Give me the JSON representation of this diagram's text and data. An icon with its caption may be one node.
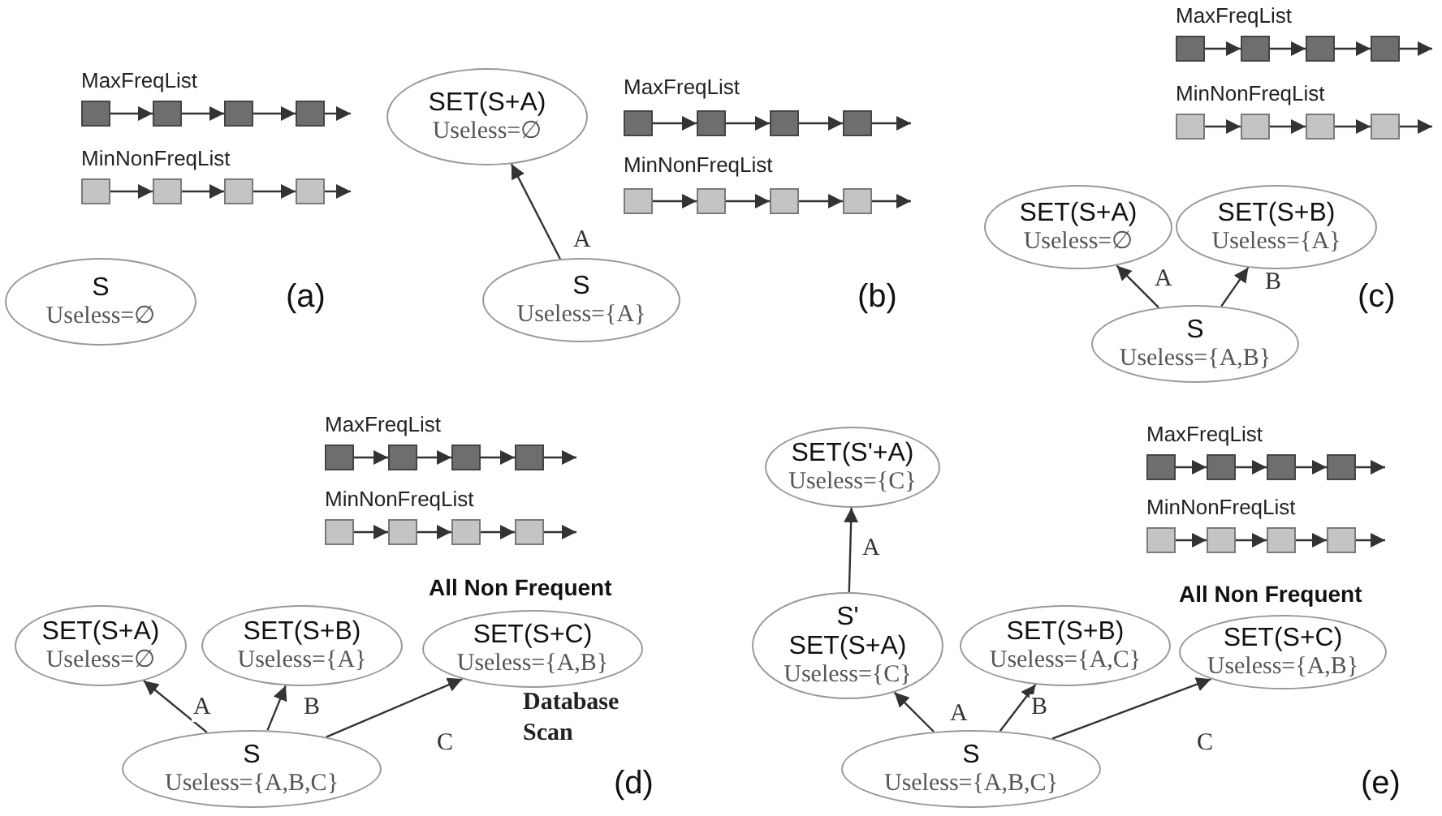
{
  "diagram": {
    "nodes": [
      {
        "text": [],
        "shape": "box"
      },
      {
        "text": [],
        "shape": "box"
      },
      {
        "text": [],
        "shape": "box"
      },
      {
        "text": [],
        "shape": "box"
      },
      {
        "text": [],
        "shape": "box"
      },
      {
        "text": [],
        "shape": "box"
      },
      {
        "text": [],
        "shape": "box"
      },
      {
        "text": [],
        "shape": "box"
      },
      {
        "text": [
          "S",
          "Useless=∅"
        ]
      },
      {
        "text": [
          "SET(S+A)",
          "Useless=∅"
        ]
      },
      {
        "text": [],
        "shape": "box"
      },
      {
        "text": [],
        "shape": "box"
      },
      {
        "text": [],
        "shape": "box"
      },
      {
        "text": [],
        "shape": "box"
      },
      {
        "text": [],
        "shape": "box"
      },
      {
        "text": [],
        "shape": "box"
      },
      {
        "text": [],
        "shape": "box"
      },
      {
        "text": [],
        "shape": "box"
      },
      {
        "text": [
          "S",
          "Useless={A}"
        ]
      },
      {
        "text": [],
        "shape": "box"
      },
      {
        "text": [],
        "shape": "box"
      },
      {
        "text": [],
        "shape": "box"
      },
      {
        "text": [],
        "shape": "box"
      },
      {
        "text": [],
        "shape": "box"
      },
      {
        "text": [],
        "shape": "box"
      },
      {
        "text": [],
        "shape": "box"
      },
      {
        "text": [],
        "shape": "box"
      },
      {
        "text": [
          "SET(S+A)",
          "Useless=∅"
        ]
      },
      {
        "text": [
          "SET(S+B)",
          "Useless={A}"
        ]
      },
      {
        "text": [
          "S",
          "Useless={A,B}"
        ]
      },
      {
        "text": [],
        "shape": "box"
      },
      {
        "text": [],
        "shape": "box"
      },
      {
        "text": [],
        "shape": "box"
      },
      {
        "text": [],
        "shape": "box"
      },
      {
        "text": [],
        "shape": "box"
      },
      {
        "text": [],
        "shape": "box"
      },
      {
        "text": [],
        "shape": "box"
      },
      {
        "text": [],
        "shape": "box"
      },
      {
        "text": [
          "SET(S+A)",
          "Useless=∅"
        ]
      },
      {
        "text": [
          "SET(S+B)",
          "Useless={A}"
        ]
      },
      {
        "text": [
          "SET(S+C)",
          "Useless={A,B}"
        ],
        "beside": [
          "All Non Frequent"
        ]
      },
      {
        "text": [
          "S",
          "Useless={A,B,C}"
        ]
      },
      {
        "text": [
          "SET(S'+A)",
          "Useless={C}"
        ]
      },
      {
        "text": [],
        "shape": "box"
      },
      {
        "text": [],
        "shape": "box"
      },
      {
        "text": [],
        "shape": "box"
      },
      {
        "text": [],
        "shape": "box"
      },
      {
        "text": [],
        "shape": "box"
      },
      {
        "text": [],
        "shape": "box"
      },
      {
        "text": [],
        "shape": "box"
      },
      {
        "text": [],
        "shape": "box"
      },
      {
        "text": [
          "S'",
          "SET(S+A)",
          "Useless={C}"
        ]
      },
      {
        "text": [
          "SET(S+B)",
          "Useless={A,C}"
        ]
      },
      {
        "text": [
          "SET(S+C)",
          "Useless={A,B}"
        ],
        "beside": [
          "All Non Frequent"
        ]
      },
      {
        "text": [
          "S",
          "Useless={A,B,C}"
        ]
      }
    ],
    "edges": [
      {
        "from": 0,
        "to": 1,
        "arrow": "to"
      },
      {
        "from": 1,
        "to": 2,
        "arrow": "to"
      },
      {
        "from": 2,
        "to": 3,
        "arrow": "to"
      },
      {
        "from": 3,
        "to": null,
        "arrow": "to"
      },
      {
        "from": 4,
        "to": 5,
        "arrow": "to"
      },
      {
        "from": 5,
        "to": 6,
        "arrow": "to"
      },
      {
        "from": 6,
        "to": 7,
        "arrow": "to"
      },
      {
        "from": 7,
        "to": null,
        "arrow": "to"
      },
      {
        "from": 10,
        "to": 11,
        "arrow": "to"
      },
      {
        "from": 11,
        "to": 12,
        "arrow": "to"
      },
      {
        "from": 12,
        "to": 13,
        "arrow": "to"
      },
      {
        "from": 13,
        "to": null,
        "arrow": "to"
      },
      {
        "from": 14,
        "to": 15,
        "arrow": "to"
      },
      {
        "from": 15,
        "to": 16,
        "arrow": "to"
      },
      {
        "from": 16,
        "to": 17,
        "arrow": "to"
      },
      {
        "from": 17,
        "to": null,
        "arrow": "to"
      },
      {
        "from": 18,
        "to": 9,
        "arrow": "to",
        "label": "A"
      },
      {
        "from": 19,
        "to": 20,
        "arrow": "to"
      },
      {
        "from": 20,
        "to": 21,
        "arrow": "to"
      },
      {
        "from": 21,
        "to": 22,
        "arrow": "to"
      },
      {
        "from": 22,
        "to": null,
        "arrow": "to"
      },
      {
        "from": 23,
        "to": 24,
        "arrow": "to"
      },
      {
        "from": 24,
        "to": 25,
        "arrow": "to"
      },
      {
        "from": 25,
        "to": 26,
        "arrow": "to"
      },
      {
        "from": 26,
        "to": null,
        "arrow": "to"
      },
      {
        "from": 29,
        "to": 27,
        "arrow": "to",
        "label": "A"
      },
      {
        "from": 29,
        "to": 28,
        "arrow": "to",
        "label": "B"
      },
      {
        "from": 30,
        "to": 31,
        "arrow": "to"
      },
      {
        "from": 31,
        "to": 32,
        "arrow": "to"
      },
      {
        "from": 32,
        "to": 33,
        "arrow": "to"
      },
      {
        "from": 33,
        "to": null,
        "arrow": "to"
      },
      {
        "from": 34,
        "to": 35,
        "arrow": "to"
      },
      {
        "from": 35,
        "to": 36,
        "arrow": "to"
      },
      {
        "from": 36,
        "to": 37,
        "arrow": "to"
      },
      {
        "from": 37,
        "to": null,
        "arrow": "to"
      },
      {
        "from": 41,
        "to": 38,
        "arrow": "to",
        "label": "A"
      },
      {
        "from": 41,
        "to": 39,
        "arrow": "to",
        "label": "B"
      },
      {
        "from": 41,
        "to": 40,
        "arrow": "to",
        "label": "C"
      },
      {
        "from": 43,
        "to": 44,
        "arrow": "to"
      },
      {
        "from": 44,
        "to": 45,
        "arrow": "to"
      },
      {
        "from": 45,
        "to": 46,
        "arrow": "to"
      },
      {
        "from": 46,
        "to": null,
        "arrow": "to"
      },
      {
        "from": 47,
        "to": 48,
        "arrow": "to"
      },
      {
        "from": 48,
        "to": 49,
        "arrow": "to"
      },
      {
        "from": 49,
        "to": 50,
        "arrow": "to"
      },
      {
        "from": 50,
        "to": null,
        "arrow": "to"
      },
      {
        "from": 51,
        "to": 42,
        "arrow": "to",
        "label": "A"
      },
      {
        "from": 54,
        "to": 51,
        "arrow": "to",
        "label": "A"
      },
      {
        "from": 54,
        "to": 52,
        "arrow": "to",
        "label": "B"
      },
      {
        "from": 54,
        "to": 53,
        "arrow": "to",
        "label": "C"
      }
    ],
    "labels": [
      "MaxFreqList",
      "MinNonFreqList",
      "(a)",
      "MaxFreqList",
      "MinNonFreqList",
      "(b)",
      "MaxFreqList",
      "MinNonFreqList",
      "(c)",
      "MaxFreqList",
      "MinNonFreqList",
      "Database Scan",
      "(d)",
      "MaxFreqList",
      "MinNonFreqList",
      "(e)"
    ]
  }
}
